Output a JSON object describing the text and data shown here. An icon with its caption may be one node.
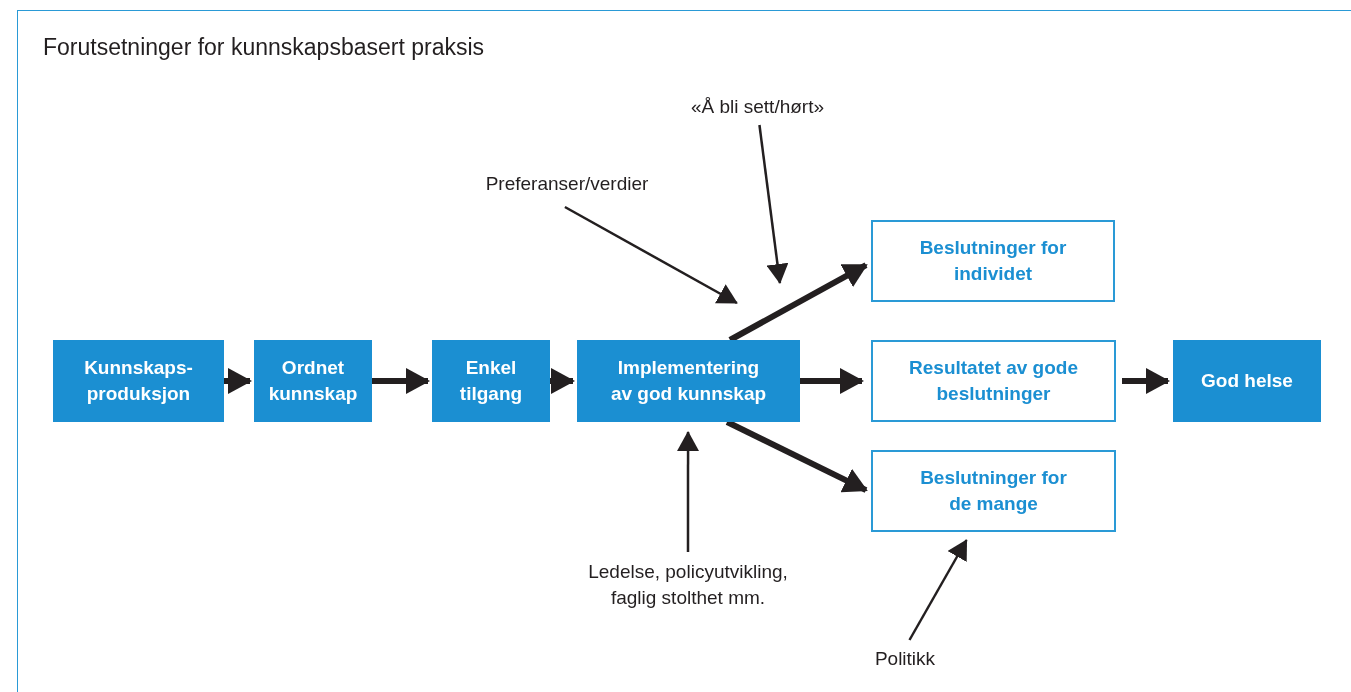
{
  "diagram": {
    "title": "Forutsetninger for kunnskapsbasert praksis",
    "nodes": [
      {
        "text": [
          "Kunnskaps-produksjon"
        ]
      },
      {
        "text": [
          "Ordnet kunnskap"
        ]
      },
      {
        "text": [
          "Enkel tilgang"
        ]
      },
      {
        "text": [
          "Implementering av god kunnskap"
        ]
      },
      {
        "text": [
          "Beslutninger for individet"
        ]
      },
      {
        "text": [
          "Resultatet av gode beslutninger"
        ]
      },
      {
        "text": [
          "Beslutninger for de mange"
        ]
      },
      {
        "text": [
          "God helse"
        ]
      },
      {
        "text": [
          "Preferanser/verdier"
        ]
      },
      {
        "text": [
          "«Å bli sett/hørt»"
        ]
      },
      {
        "text": [
          "Ledelse, policyutvikling, faglig stolthet mm."
        ]
      },
      {
        "text": [
          "Politikk"
        ]
      }
    ],
    "edges": [
      {
        "from": 0,
        "to": 1,
        "arrow": "to"
      },
      {
        "from": 1,
        "to": 2,
        "arrow": "to"
      },
      {
        "from": 2,
        "to": 3,
        "arrow": "to"
      },
      {
        "from": 3,
        "to": 5,
        "arrow": "to"
      },
      {
        "from": 5,
        "to": 7,
        "arrow": "to"
      },
      {
        "from": 3,
        "to": 4,
        "arrow": "to"
      },
      {
        "from": 3,
        "to": 6,
        "arrow": "to"
      },
      {
        "from": 8,
        "to": 3,
        "arrow": "to"
      },
      {
        "from": 9,
        "to": 3,
        "arrow": "to"
      },
      {
        "from": 10,
        "to": 3,
        "arrow": "to"
      },
      {
        "from": 11,
        "to": 6,
        "arrow": "to"
      }
    ]
  }
}
